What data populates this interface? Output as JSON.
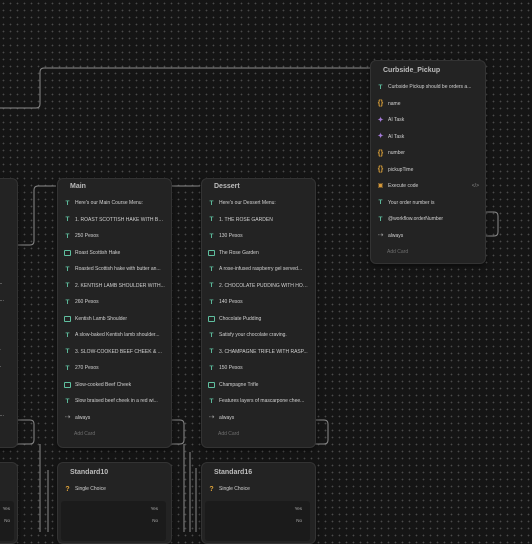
{
  "nodes": {
    "curbside": {
      "title": "Curbside_Pickup",
      "rows": [
        {
          "icon": "text",
          "text": "Curbside Pickup should be orders a..."
        },
        {
          "icon": "var",
          "text": "name"
        },
        {
          "icon": "ai",
          "text": "AI Task"
        },
        {
          "icon": "ai",
          "text": "AI Task"
        },
        {
          "icon": "var",
          "text": "number"
        },
        {
          "icon": "var",
          "text": "pickupTime"
        },
        {
          "icon": "code",
          "text": "Execute code",
          "right": "</>"
        },
        {
          "icon": "text",
          "text": "Your order number is"
        },
        {
          "icon": "text",
          "text": "@workflow.orderNumber"
        },
        {
          "icon": "flow",
          "text": "always"
        }
      ],
      "add_card": "Add Card"
    },
    "main": {
      "title": "Main",
      "rows": [
        {
          "icon": "text",
          "text": "Here's our Main Course Menu:"
        },
        {
          "icon": "text",
          "text": "1. ROAST SCOTTISH HAKE WITH BUTT..."
        },
        {
          "icon": "text",
          "text": "250 Pesos"
        },
        {
          "icon": "image",
          "text": "Roast Scottish Hake"
        },
        {
          "icon": "text",
          "text": "Roasted Scottish hake with butter an..."
        },
        {
          "icon": "text",
          "text": "2. KENTISH LAMB SHOULDER WITH..."
        },
        {
          "icon": "text",
          "text": "260 Pesos"
        },
        {
          "icon": "image",
          "text": "Kentish Lamb Shoulder"
        },
        {
          "icon": "text",
          "text": "A slow-baked Kentish lamb shoulder..."
        },
        {
          "icon": "text",
          "text": "3. SLOW-COOKED BEEF CHEEK & ..."
        },
        {
          "icon": "text",
          "text": "270 Pesos"
        },
        {
          "icon": "image",
          "text": "Slow-cooked Beef Cheek"
        },
        {
          "icon": "text",
          "text": "Slow braised beef cheek in a red wi..."
        },
        {
          "icon": "flow",
          "text": "always"
        }
      ],
      "add_card": "Add Card"
    },
    "dessert": {
      "title": "Dessert",
      "rows": [
        {
          "icon": "text",
          "text": "Here's our Dessert Menu:"
        },
        {
          "icon": "text",
          "text": "1. THE ROSE GARDEN"
        },
        {
          "icon": "text",
          "text": "130 Pesos"
        },
        {
          "icon": "image",
          "text": "The Rose Garden"
        },
        {
          "icon": "text",
          "text": "A rose-infused raspberry gel served..."
        },
        {
          "icon": "text",
          "text": "2. CHOCOLATE PUDDING WITH HON..."
        },
        {
          "icon": "text",
          "text": "140 Pesos"
        },
        {
          "icon": "image",
          "text": "Chocolate Pudding"
        },
        {
          "icon": "text",
          "text": "Satisfy your chocolate craving."
        },
        {
          "icon": "text",
          "text": "3. CHAMPAGNE TRIFLE WITH RASP..."
        },
        {
          "icon": "text",
          "text": "150 Pesos"
        },
        {
          "icon": "image",
          "text": "Champagne Trifle"
        },
        {
          "icon": "text",
          "text": "Features layers of mascarpone chee..."
        },
        {
          "icon": "flow",
          "text": "always"
        }
      ],
      "add_card": "Add Card"
    },
    "left_partial": {
      "rows": [
        {
          "text": ""
        },
        {
          "text": ""
        },
        {
          "text": ""
        },
        {
          "text": ""
        },
        {
          "text": "co..."
        },
        {
          "text": "TH..."
        },
        {
          "text": ""
        },
        {
          "text": ""
        },
        {
          "text": "ilt..."
        },
        {
          "text": "IT..."
        },
        {
          "text": ""
        },
        {
          "text": ""
        },
        {
          "text": "sht..."
        }
      ]
    },
    "standard10": {
      "title": "Standard10",
      "choice": "Single Choice",
      "yes": "Yes",
      "no": "No"
    },
    "standard16": {
      "title": "Standard16",
      "choice": "Single Choice",
      "yes": "Yes",
      "no": "No"
    },
    "left_choice": {
      "yes": "Yes",
      "no": "No"
    }
  }
}
